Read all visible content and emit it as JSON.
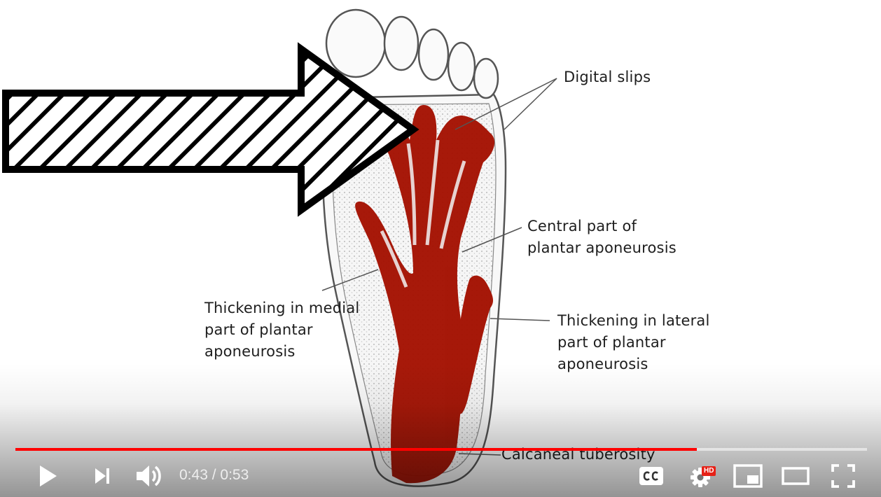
{
  "labels": {
    "digital_slips": "Digital slips",
    "central_part": "Central part of\nplantar aponeurosis",
    "medial_thickening": "Thickening in medial\npart of plantar\naponeurosis",
    "lateral_thickening": "Thickening in lateral\npart of plantar\naponeurosis",
    "calcaneal": "Calcaneal tuberosity"
  },
  "player": {
    "current_time": "0:43",
    "separator": " / ",
    "duration": "0:53",
    "progress_fraction": 0.8,
    "buffered_fraction": 1.0,
    "hd_badge": "HD",
    "accent_color": "#ff0000",
    "hd_color": "#e62117"
  },
  "icons": {
    "play": "play-icon",
    "next": "next-icon",
    "volume": "volume-icon",
    "captions": "captions-icon",
    "settings": "gear-icon",
    "miniplayer": "miniplayer-icon",
    "theater": "theater-mode-icon",
    "fullscreen": "fullscreen-icon"
  }
}
